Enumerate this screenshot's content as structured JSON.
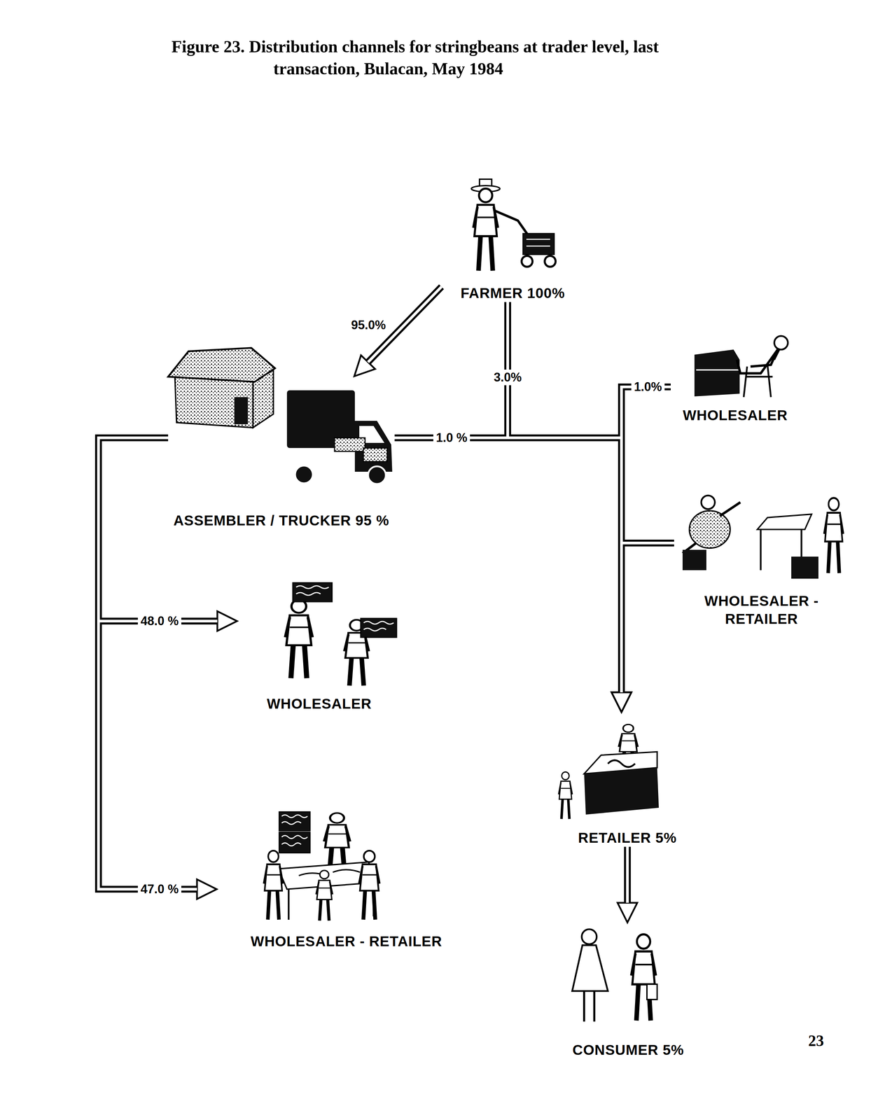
{
  "diagram": {
    "title": "Figure 23. Distribution channels for stringbeans at trader level, last transaction, Bulacan, May 1984",
    "nodes": [
      {
        "text": [
          "FARMER 100%"
        ]
      },
      {
        "text": [
          "ASSEMBLER / TRUCKER 95 %"
        ]
      },
      {
        "text": [
          "WHOLESALER"
        ]
      },
      {
        "text": [
          "WHOLESALER - RETAILER"
        ]
      },
      {
        "text": [
          "WHOLESALER"
        ]
      },
      {
        "text": [
          "RETAILER 5%"
        ]
      },
      {
        "text": [
          "WHOLESALER - RETAILER"
        ]
      },
      {
        "text": [
          "CONSUMER 5%"
        ]
      }
    ],
    "edges": [
      {
        "from": 0,
        "to": 1,
        "label": "95.0%",
        "arrow": "to"
      },
      {
        "from": 1,
        "to": 4,
        "label": "48.0 %",
        "arrow": "to"
      },
      {
        "from": 1,
        "to": 6,
        "label": "47.0 %",
        "arrow": "to"
      },
      {
        "from": 0,
        "to": 5,
        "label": "3.0%",
        "arrow": "to"
      },
      {
        "from": 1,
        "to": 5,
        "label": "1.0 %",
        "arrow": "to"
      },
      {
        "from": 2,
        "to": 5,
        "label": "1.0%",
        "arrow": "to"
      },
      {
        "from": 3,
        "to": 5,
        "arrow": "to"
      },
      {
        "from": 5,
        "to": 7,
        "arrow": "to"
      }
    ],
    "labels": [
      "23"
    ]
  }
}
